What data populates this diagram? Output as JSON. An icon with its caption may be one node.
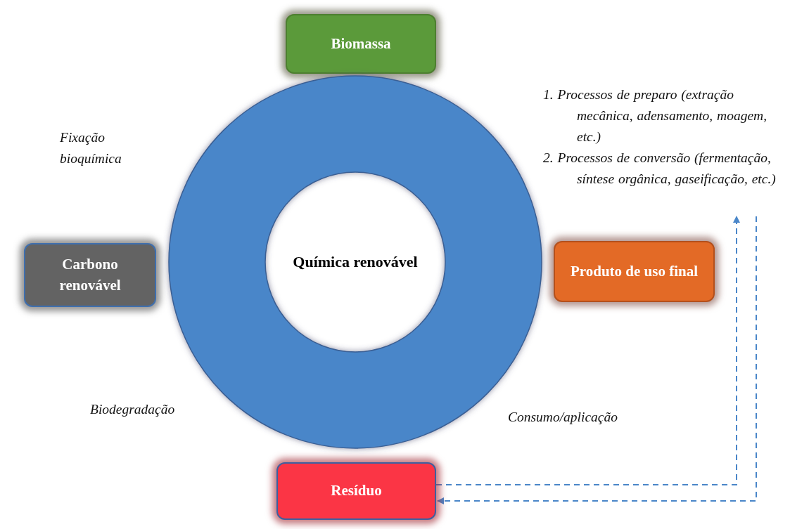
{
  "diagram": {
    "nodes": [
      {
        "text": [
          "Biomassa"
        ]
      },
      {
        "text": [
          "Química renovável"
        ]
      },
      {
        "text": [
          "Carbono renovável"
        ]
      },
      {
        "text": [
          "Produto de uso final"
        ]
      },
      {
        "text": [
          "Resíduo"
        ]
      },
      {
        "text": [
          "1. Processos de preparo (extração mecânica, adensamento, moagem, etc.)",
          "2. Processos de conversão (fermentação, síntese orgânica, gaseificação, etc.)"
        ]
      }
    ],
    "edges": [
      {
        "from": 4,
        "to": 5,
        "arrow": "to",
        "style": "dashed"
      },
      {
        "from": 5,
        "to": 4,
        "arrow": "to",
        "style": "dashed"
      }
    ],
    "labels": [
      "Fixação bioquímica",
      "Biodegradação",
      "Consumo/aplicação"
    ]
  }
}
